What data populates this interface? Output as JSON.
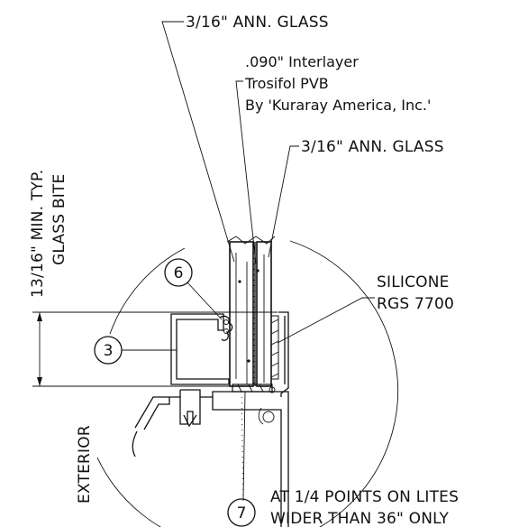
{
  "labels": {
    "glass_outer": "3/16\" ANN. GLASS",
    "interlayer_1": ".090\" Interlayer",
    "interlayer_2": "Trosifol PVB",
    "interlayer_3": "By 'Kuraray America, Inc.'",
    "glass_inner": "3/16\" ANN. GLASS",
    "bite_dim": "13/16\" MIN. TYP.",
    "bite_label": "GLASS BITE",
    "silicone_1": "SILICONE",
    "silicone_2": "RGS 7700",
    "exterior": "EXTERIOR",
    "note_1": "AT 1/4 POINTS ON LITES",
    "note_2": "WIDER THAN 36\" ONLY"
  },
  "callouts": {
    "c6": "6",
    "c3": "3",
    "c7": "7"
  }
}
